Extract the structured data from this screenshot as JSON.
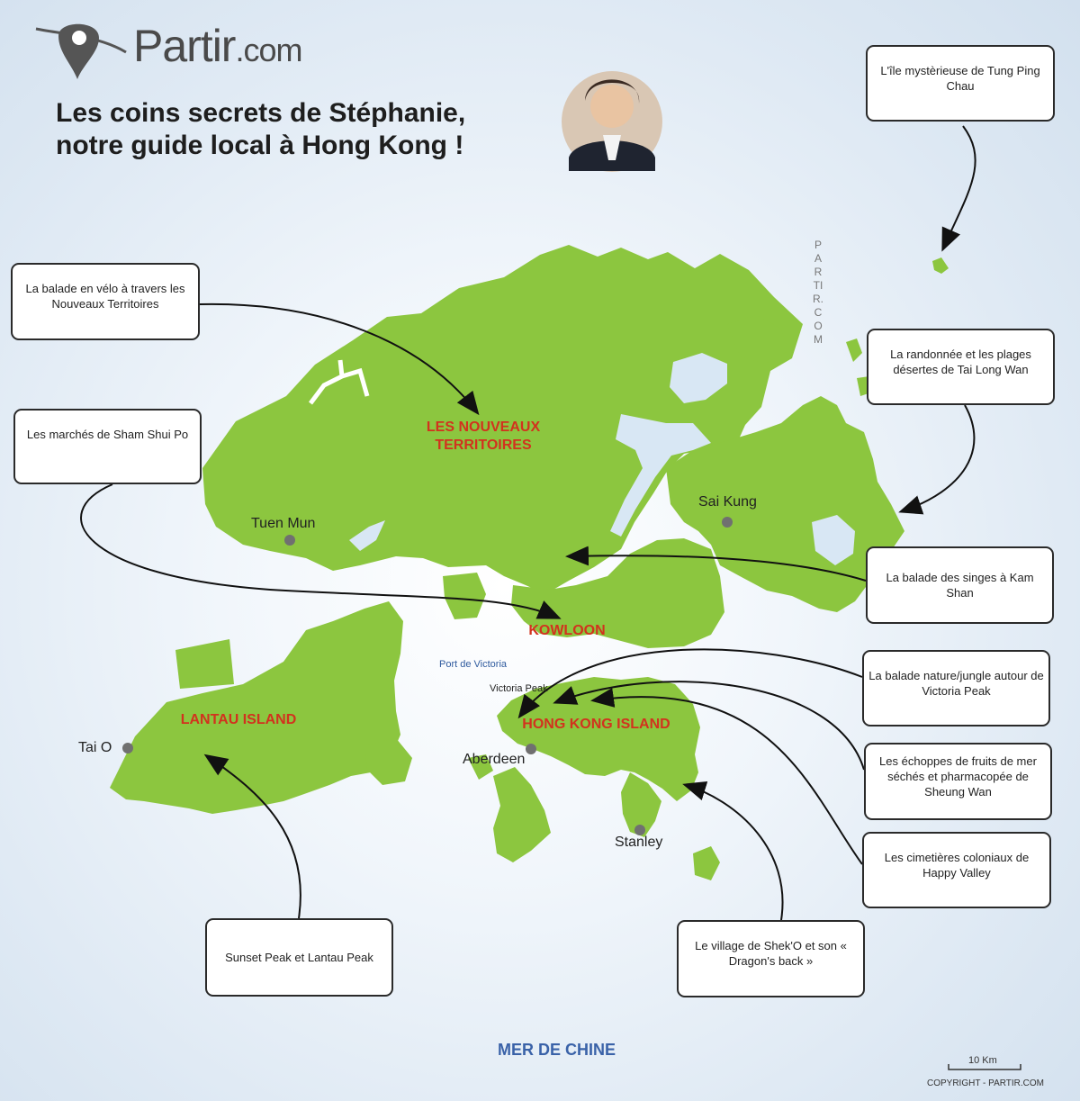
{
  "brand": {
    "logo": "Partir",
    "logo_suffix": ".com"
  },
  "title": "Les coins secrets de Stéphanie,\nnotre guide local à Hong Kong !",
  "vertical_brand": "PARTIR.COM",
  "regions": {
    "new_territories": "LES NOUVEAUX\nTERRITOIRES",
    "kowloon": "KOWLOON",
    "lantau": "LANTAU ISLAND",
    "hk_island": "HONG KONG ISLAND"
  },
  "places": {
    "tuen_mun": "Tuen Mun",
    "sai_kung": "Sai Kung",
    "tai_o": "Tai O",
    "aberdeen": "Aberdeen",
    "stanley": "Stanley",
    "victoria_peak": "Victoria Peak",
    "port_victoria": "Port de Victoria"
  },
  "callouts": {
    "tung_ping_chau": "L'île mystèrieuse de Tung Ping Chau",
    "nouveaux_territoires": "La balade en vélo à travers les Nouveaux Territoires",
    "sham_shui_po": "Les marchés de Sham Shui Po",
    "tai_long_wan": "La randonnée et les plages désertes de Tai Long Wan",
    "kam_shan": "La balade des singes à Kam Shan",
    "victoria_peak": "La balade nature/jungle autour de Victoria Peak",
    "sheung_wan": "Les échoppes de fruits de mer séchés et pharmacopée  de Sheung Wan",
    "happy_valley": "Les cimetières coloniaux de Happy Valley",
    "shek_o": "Le village de Shek'O et son « Dragon's back »",
    "sunset_peak": "Sunset Peak et Lantau Peak"
  },
  "sea_label": "MER DE CHINE",
  "scale_label": "10 Km",
  "copyright": "COPYRIGHT - PARTIR.COM",
  "colors": {
    "land": "#8cc63f",
    "region_text": "#d2321e",
    "sea_text": "#3a62a8",
    "accent": "#2a2a2a"
  }
}
